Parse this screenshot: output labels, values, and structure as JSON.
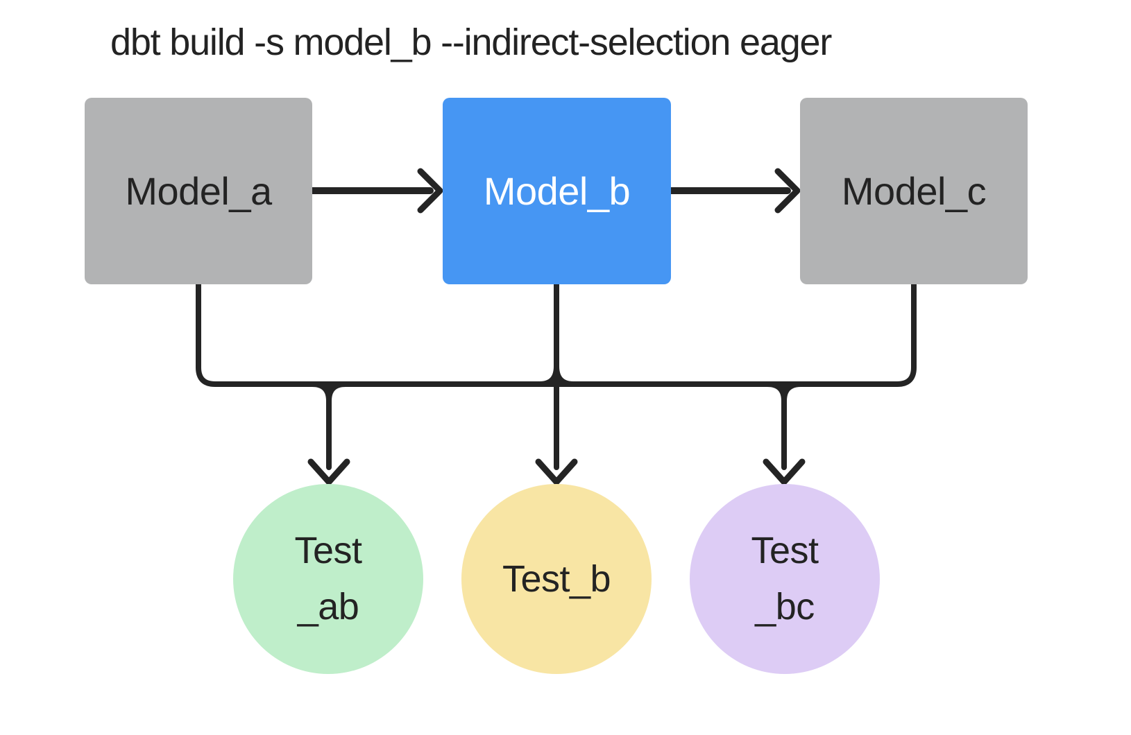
{
  "title": "dbt build -s model_b --indirect-selection eager",
  "colors": {
    "bg": "#ffffff",
    "ink": "#232323",
    "line": "#242424",
    "model-default-bg": "#b2b3b4",
    "model-default-text": "#232323",
    "model-selected-bg": "#4696f3",
    "model-selected-text": "#ffffff"
  },
  "nodes": {
    "models": [
      {
        "id": "model_a",
        "label": "Model_a",
        "selected": false
      },
      {
        "id": "model_b",
        "label": "Model_b",
        "selected": true
      },
      {
        "id": "model_c",
        "label": "Model_c",
        "selected": false
      }
    ],
    "tests": [
      {
        "id": "test_ab",
        "lines": [
          "Test",
          "_ab"
        ],
        "color": "#bfeeca"
      },
      {
        "id": "test_b",
        "lines": [
          "Test_b"
        ],
        "color": "#f8e5a4"
      },
      {
        "id": "test_bc",
        "lines": [
          "Test",
          "_bc"
        ],
        "color": "#ddccf5"
      }
    ]
  },
  "edges": [
    {
      "from": "model_a",
      "to": "model_b"
    },
    {
      "from": "model_b",
      "to": "model_c"
    },
    {
      "from": "model_a",
      "to": "test_ab"
    },
    {
      "from": "model_b",
      "to": "test_ab"
    },
    {
      "from": "model_b",
      "to": "test_b"
    },
    {
      "from": "model_b",
      "to": "test_bc"
    },
    {
      "from": "model_c",
      "to": "test_bc"
    }
  ]
}
